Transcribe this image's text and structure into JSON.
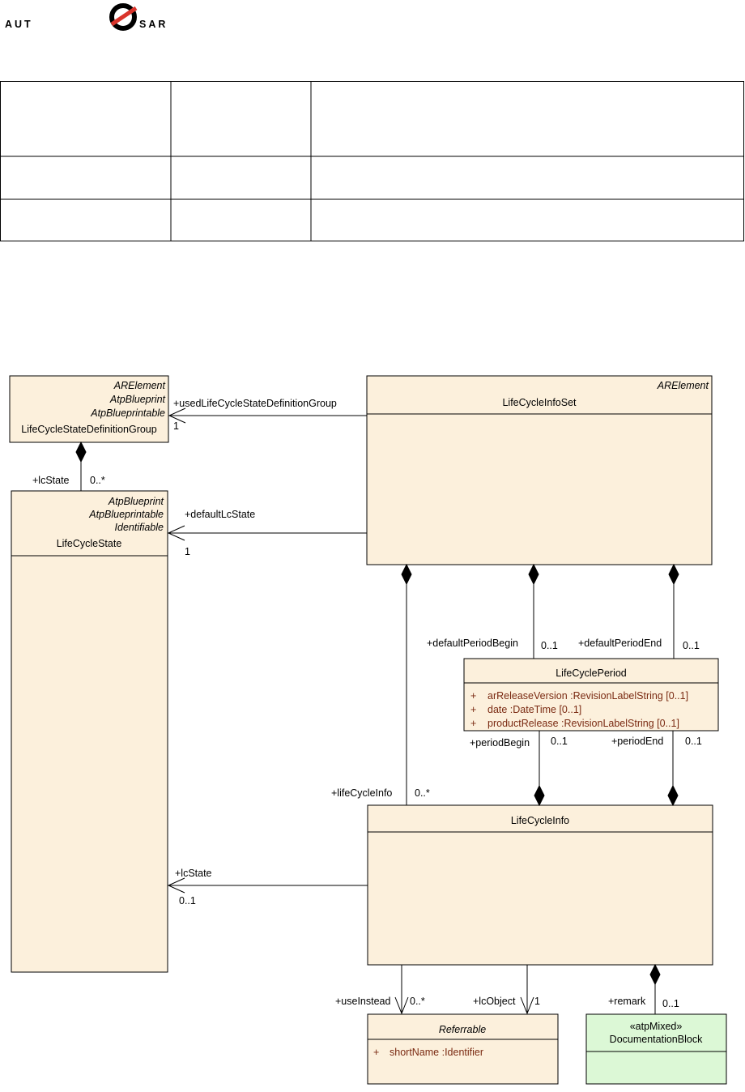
{
  "logo": {
    "text": "AUTOSAR",
    "colors": {
      "main": "#000000",
      "accent": "#d9342b"
    }
  },
  "colors": {
    "class_fill": "#fcf0dc",
    "doc_fill": "#dcf8d6",
    "attr_text": "#7a2a12",
    "line": "#000000"
  },
  "table": {
    "rows": [
      {
        "cells": [
          "",
          "",
          ""
        ]
      },
      {
        "cells": [
          "",
          "",
          ""
        ]
      },
      {
        "cells": [
          "",
          "",
          ""
        ]
      }
    ]
  },
  "diagram": {
    "classes": {
      "lcsdg": {
        "stereotypes": [
          "ARElement",
          "AtpBlueprint",
          "AtpBlueprintable"
        ],
        "name": "LifeCycleStateDefinitionGroup"
      },
      "lcs": {
        "stereotypes": [
          "AtpBlueprint",
          "AtpBlueprintable",
          "Identifiable"
        ],
        "name": "LifeCycleState"
      },
      "lcis": {
        "stereotypes": [
          "ARElement"
        ],
        "name": "LifeCycleInfoSet"
      },
      "lcp": {
        "name": "LifeCyclePeriod",
        "attributes": [
          {
            "vis": "+",
            "text": "arReleaseVersion  :RevisionLabelString [0..1]"
          },
          {
            "vis": "+",
            "text": "date  :DateTime [0..1]"
          },
          {
            "vis": "+",
            "text": "productRelease  :RevisionLabelString [0..1]"
          }
        ]
      },
      "lci": {
        "name": "LifeCycleInfo"
      },
      "ref": {
        "name": "Referrable",
        "attributes": [
          {
            "vis": "+",
            "text": "shortName  :Identifier"
          }
        ]
      },
      "doc": {
        "stereotype": "«atpMixed»",
        "name": "DocumentationBlock"
      }
    },
    "labels": {
      "used_group_role": "+usedLifeCycleStateDefinitionGroup",
      "used_group_mult": "1",
      "lcstate_role": "+lcState",
      "lcstate_mult": "0..*",
      "default_lcstate_role": "+defaultLcState",
      "default_lcstate_mult": "1",
      "default_period_begin_role": "+defaultPeriodBegin",
      "default_period_begin_mult": "0..1",
      "default_period_end_role": "+defaultPeriodEnd",
      "default_period_end_mult": "0..1",
      "period_begin_role": "+periodBegin",
      "period_begin_mult": "0..1",
      "period_end_role": "+periodEnd",
      "period_end_mult": "0..1",
      "lifecycleinfo_role": "+lifeCycleInfo",
      "lifecycleinfo_mult": "0..*",
      "lci_lcstate_role": "+lcState",
      "lci_lcstate_mult": "0..1",
      "use_instead_role": "+useInstead",
      "use_instead_mult": "0..*",
      "lc_object_role": "+lcObject",
      "lc_object_mult": "1",
      "remark_role": "+remark",
      "remark_mult": "0..1"
    }
  }
}
